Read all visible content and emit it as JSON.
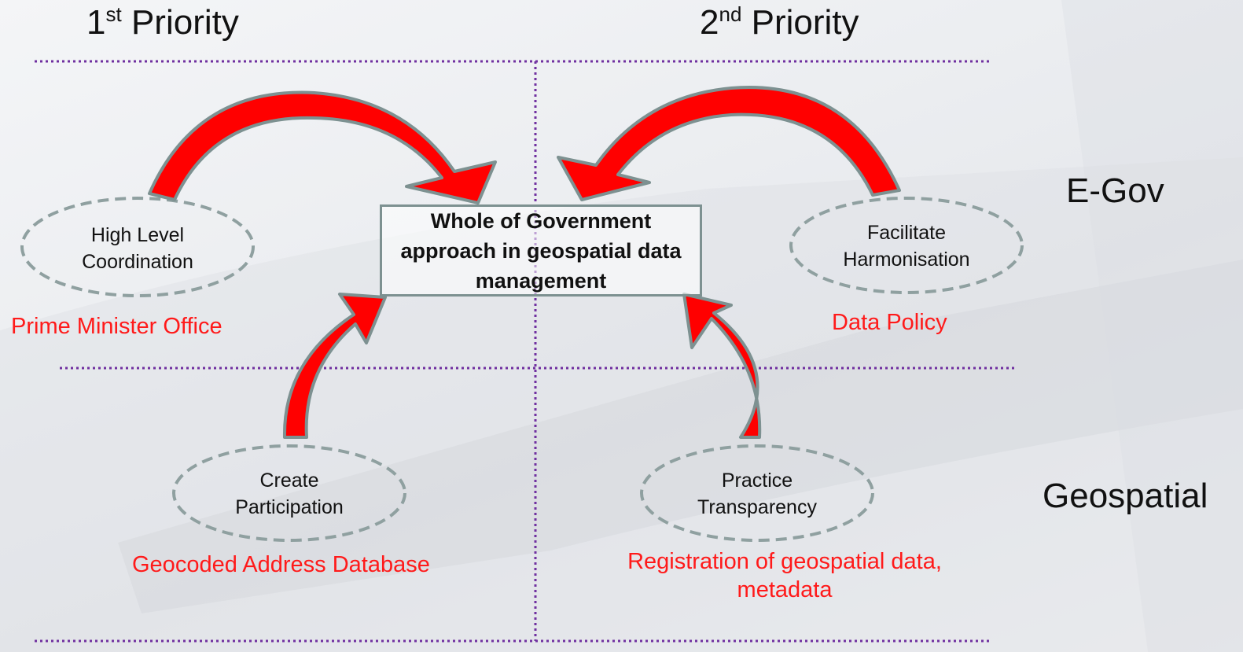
{
  "headers": {
    "first_priority": {
      "num": "1",
      "sup": "st",
      "text": " Priority"
    },
    "second_priority": {
      "num": "2",
      "sup": "nd",
      "text": " Priority"
    }
  },
  "row_labels": {
    "egov": "E-Gov",
    "geospatial": "Geospatial"
  },
  "center_box": {
    "line1": "Whole of Government",
    "line2": "approach in geospatial data",
    "line3": "management"
  },
  "nodes": {
    "high_level_coordination": {
      "line1": "High Level",
      "line2": "Coordination",
      "label": "Prime Minister Office"
    },
    "facilitate_harmonisation": {
      "line1": "Facilitate",
      "line2": "Harmonisation",
      "label": "Data Policy"
    },
    "create_participation": {
      "line1": "Create",
      "line2": "Participation",
      "label": "Geocoded Address Database"
    },
    "practice_transparency": {
      "line1": "Practice",
      "line2": "Transparency",
      "label_line1": "Registration of geospatial data,",
      "label_line2": "metadata"
    }
  },
  "colors": {
    "arrow_fill": "#ff0000",
    "arrow_outline": "#7d9191",
    "divider": "#7030a0",
    "ellipse_stroke": "#8fa0a0",
    "label_red": "#ff1a1a"
  }
}
